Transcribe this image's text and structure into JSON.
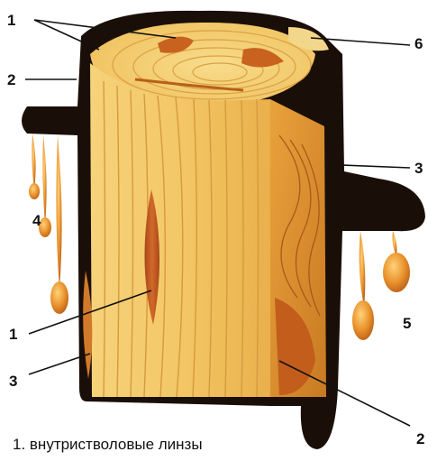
{
  "diagram": {
    "labels": {
      "l1_top": "1",
      "l2_top": "2",
      "l6": "6",
      "l3_right": "3",
      "l4": "4",
      "l5": "5",
      "l1_mid": "1",
      "l3_left": "3",
      "l2_bottom": "2"
    },
    "caption": "1. внутристволовые линзы"
  }
}
